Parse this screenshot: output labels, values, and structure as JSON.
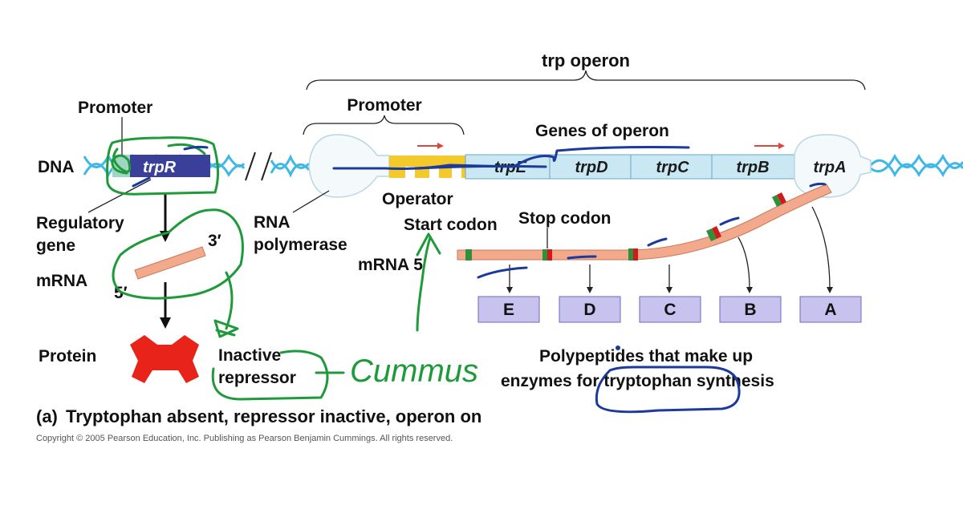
{
  "labels": {
    "operon": "trp operon",
    "promoter_left": "Promoter",
    "promoter_right": "Promoter",
    "genes_of_operon": "Genes of operon",
    "dna": "DNA",
    "regulatory_gene": "trpR",
    "regulatory_line1": "Regulatory",
    "regulatory_line2": "gene",
    "rna_line1": "RNA",
    "rna_line2": "polymerase",
    "operator": "Operator",
    "start_codon": "Start codon",
    "stop_codon": "Stop codon",
    "mrna_left": "mRNA",
    "mrna_right": "mRNA 5′",
    "three_prime": "3′",
    "five_prime": "5′",
    "protein": "Protein",
    "inactive_line1": "Inactive",
    "inactive_line2": "repressor",
    "handwritten_note": "Cummus",
    "polypeptides_line1": "Polypeptides that make up",
    "polypeptides_line2": "enzymes for tryptophan  synthesis",
    "caption_prefix": "(a)",
    "caption": "Tryptophan absent, repressor inactive, operon on",
    "copyright": "Copyright ©  2005 Pearson Education, Inc. Publishing as Pearson Benjamin Cummings. All rights reserved."
  },
  "genes": [
    "trpE",
    "trpD",
    "trpC",
    "trpB",
    "trpA"
  ],
  "polypeptides": [
    "E",
    "D",
    "C",
    "B",
    "A"
  ],
  "colors": {
    "helix": "#3fb8e6",
    "gene_box": "#c9e8f3",
    "operator": "#f3c92c",
    "trpR": "#3a3f9a",
    "mrna": "#f3a98b",
    "codon_green": "#2f8f3a",
    "codon_red": "#d11a1a",
    "protein": "#e8231a",
    "polypeptide_box": "#c8c3ee",
    "ink_green": "#1f9a3a",
    "ink_blue": "#1b3a9c"
  }
}
